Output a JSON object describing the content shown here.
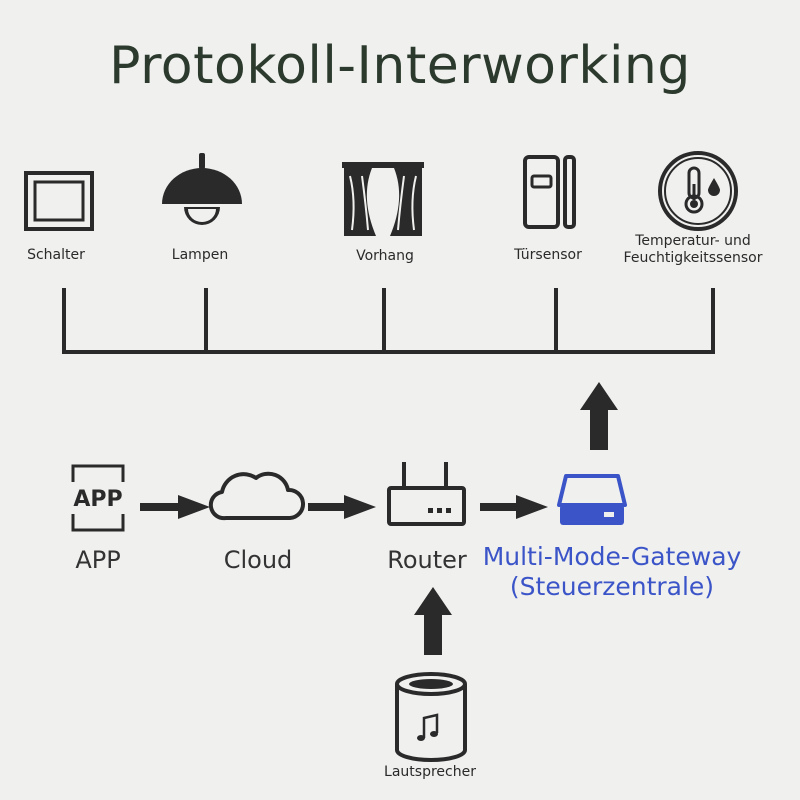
{
  "title": "Protokoll-Interworking",
  "devices": {
    "schalter": "Schalter",
    "lampen": "Lampen",
    "vorhang": "Vorhang",
    "tuersensor": "Türsensor",
    "temp_line1": "Temperatur- und",
    "temp_line2": "Feuchtigkeitssensor"
  },
  "chain": {
    "app_icon_text": "APP",
    "app": "APP",
    "cloud": "Cloud",
    "router": "Router",
    "gateway_line1": "Multi-Mode-Gateway",
    "gateway_line2": "(Steuerzentrale)"
  },
  "speaker": "Lautsprecher",
  "colors": {
    "gateway": "#3b55c8",
    "title": "#2b3a2c",
    "stroke": "#2a2a2a"
  }
}
